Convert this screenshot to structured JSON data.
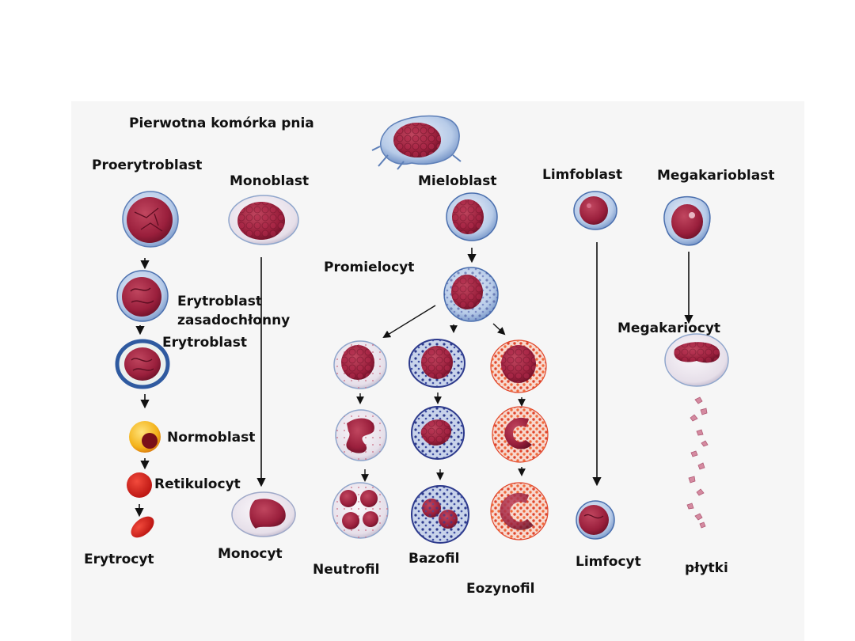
{
  "labels": {
    "stem": "Pierwotna komórka pnia",
    "proerytroblast": "Proerytroblast",
    "monoblast": "Monoblast",
    "mieloblast": "Mieloblast",
    "limfoblast": "Limfoblast",
    "megakarioblast": "Megakarioblast",
    "promielocyt": "Promielocyt",
    "erytroblast_zasad_1": "Erytroblast",
    "erytroblast_zasad_2": "zasadochłonny",
    "erytroblast": "Erytroblast",
    "megakariocyt": "Megakariocyt",
    "normoblast": "Normoblast",
    "retikulocyt": "Retikulocyt",
    "erytrocyt": "Erytrocyt",
    "monocyt": "Monocyt",
    "neutrofil": "Neutrofil",
    "bazofil": "Bazofil",
    "eozynofil": "Eozynofil",
    "limfocyt": "Limfocyt",
    "plytki": "płytki"
  },
  "colors": {
    "nucleus": "#9a1f3c",
    "cytoplasm_blue": "#a9c3e3",
    "cytoplasm_pale": "#e8e3ec",
    "basophil_granule": "#2d3a8c",
    "eosinophil_granule": "#e0452b",
    "erythrocyte": "#d8231f",
    "normoblast_cytoplasm": "#f3b21a"
  }
}
